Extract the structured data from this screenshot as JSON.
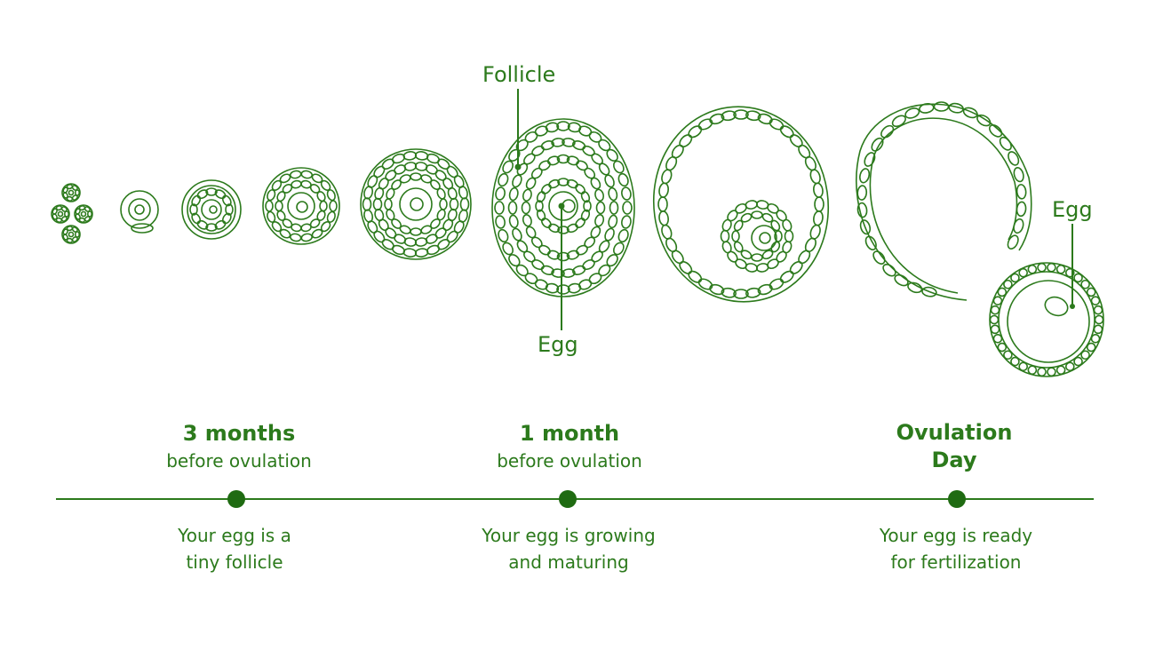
{
  "labels": {
    "follicle": "Follicle",
    "egg_center": "Egg",
    "egg_right": "Egg"
  },
  "stages": [
    {
      "title": "3 months",
      "subtitle": "before ovulation",
      "desc_line1": "Your egg is a",
      "desc_line2": "tiny follicle"
    },
    {
      "title": "1 month",
      "subtitle": "before ovulation",
      "desc_line1": "Your egg is growing",
      "desc_line2": "and maturing"
    },
    {
      "title_line1": "Ovulation",
      "title_line2": "Day",
      "desc_line1": "Your egg is ready",
      "desc_line2": "for fertilization"
    }
  ],
  "colors": {
    "accent": "#2c7a1c",
    "dot": "#1f6b12"
  }
}
